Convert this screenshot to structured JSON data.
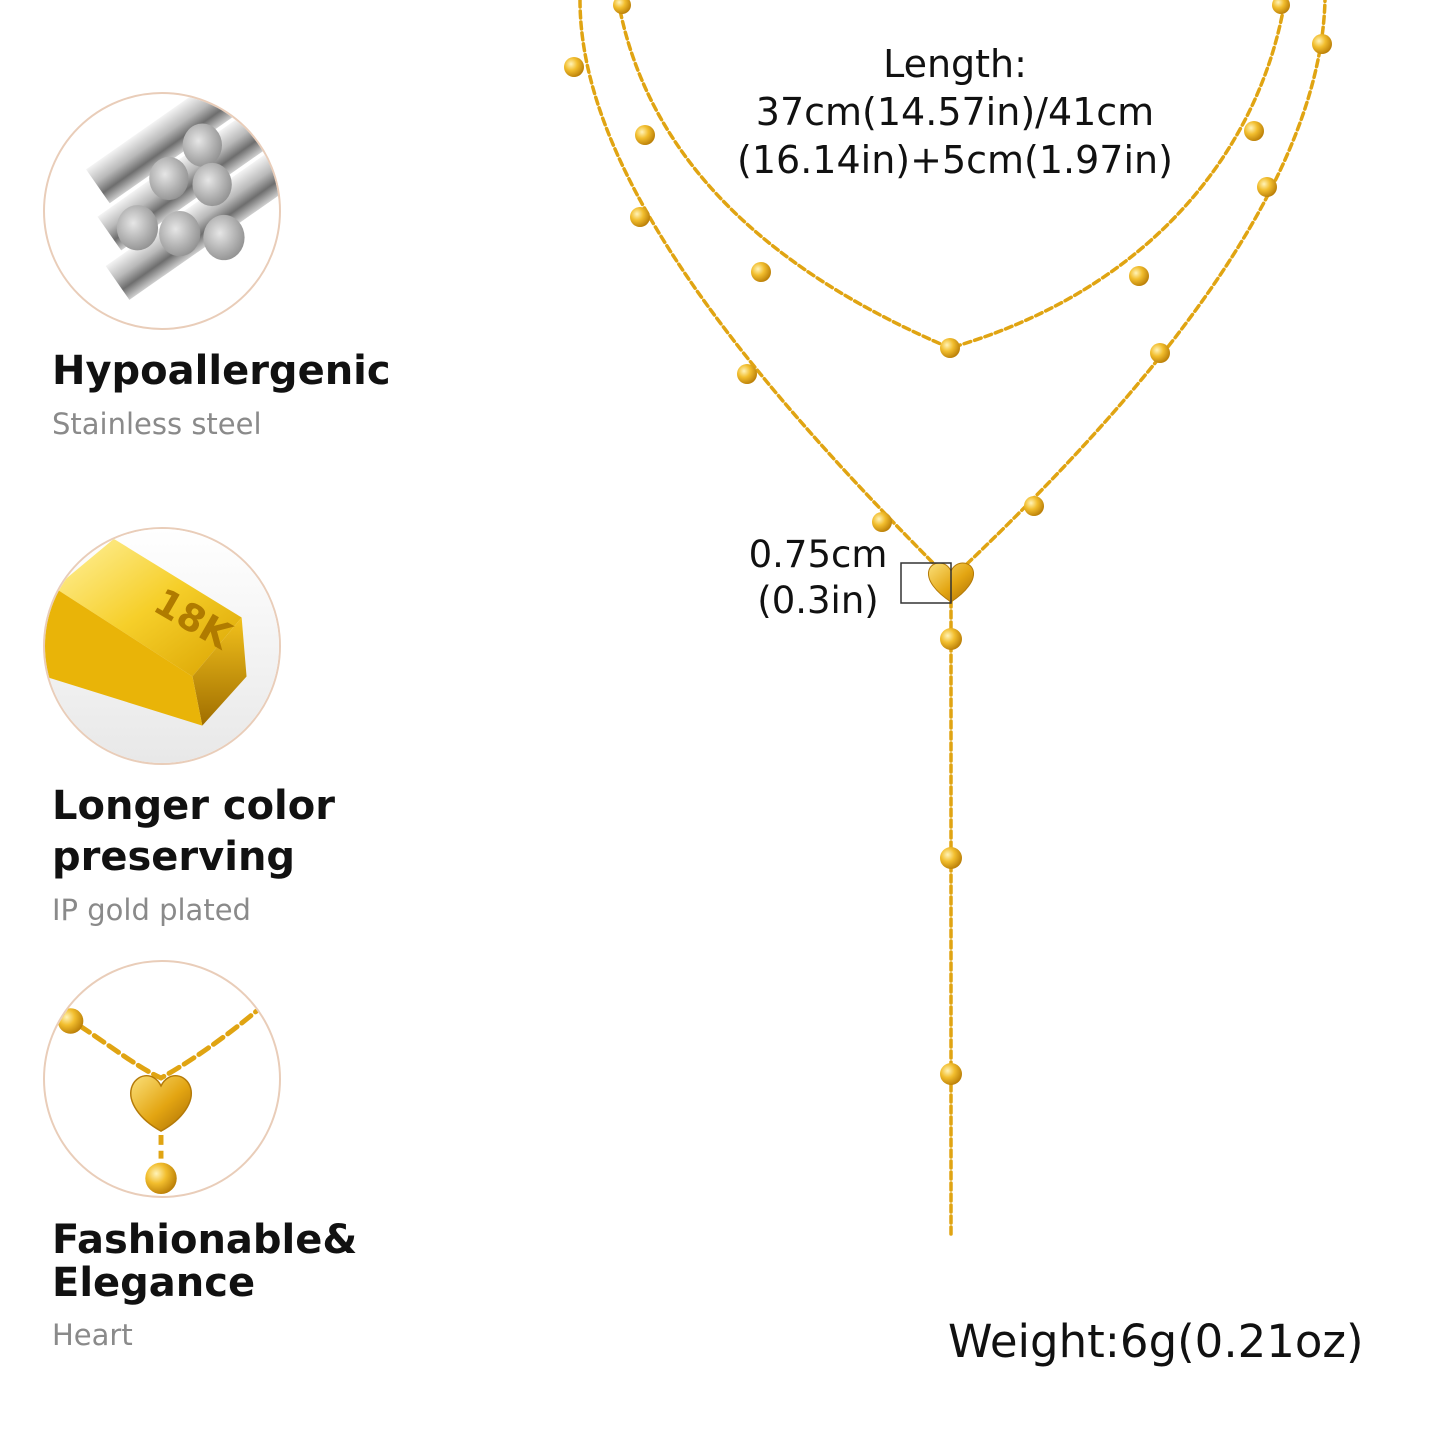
{
  "features": [
    {
      "title": "Hypoallergenic",
      "subtitle": "Stainless steel",
      "icon": "steel-rods-icon"
    },
    {
      "title_lines": [
        "Longer color",
        "preserving"
      ],
      "subtitle": "IP gold plated",
      "icon": "gold-bar-icon",
      "bar_mark": "18K"
    },
    {
      "title_lines": [
        "Fashionable&",
        "Elegance"
      ],
      "subtitle": "Heart",
      "icon": "heart-pendant-icon"
    }
  ],
  "length": {
    "label": "Length:",
    "line1": "37cm(14.57in)/41cm",
    "line2": "(16.14in)+5cm(1.97in)"
  },
  "pendant": {
    "line1": "0.75cm",
    "line2": "(0.3in)"
  },
  "weight": "Weight:6g(0.21oz)",
  "colors": {
    "gold": "#e8a912",
    "gold_light": "#f8d560",
    "circle_border": "#e9cdb9",
    "subtitle_gray": "#8a8a8a"
  }
}
